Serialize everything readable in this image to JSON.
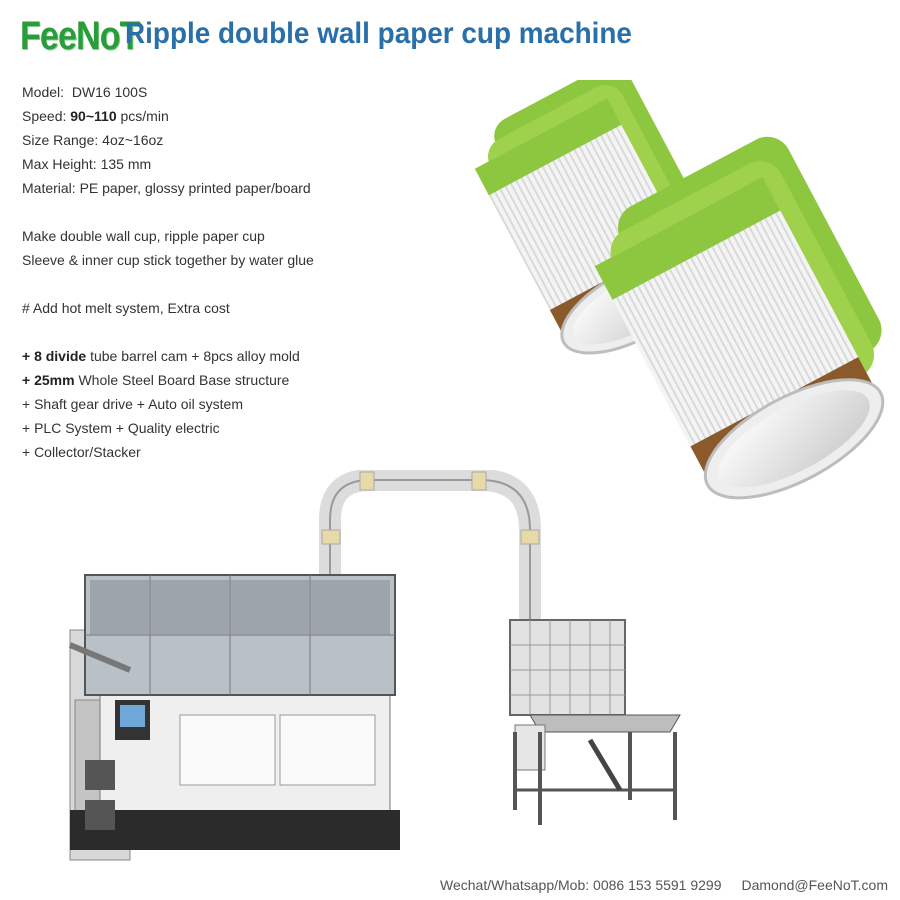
{
  "brand": {
    "logo": "FeeNoT"
  },
  "title": "Ripple double wall paper cup machine",
  "specs": {
    "model_label": "Model:",
    "model_value": "DW16 100S",
    "speed_label": "Speed:",
    "speed_value": "90~110",
    "speed_unit": "pcs/min",
    "size_range": "Size Range: 4oz~16oz",
    "max_height": "Max Height: 135 mm",
    "material": "Material: PE paper, glossy printed paper/board",
    "desc1": "Make double wall cup, ripple paper cup",
    "desc2": "Sleeve & inner cup stick together by water glue",
    "hot_melt": "# Add hot melt system, Extra cost",
    "feat1_bold": "+ 8 divide",
    "feat1_rest": "tube barrel cam + 8pcs alloy mold",
    "feat2_bold": "+ 25mm",
    "feat2_rest": "Whole Steel Board Base structure",
    "feat3": "+ Shaft gear drive + Auto oil system",
    "feat4": "+ PLC System + Quality electric",
    "feat5": "+ Collector/Stacker"
  },
  "footer": {
    "contact": "Wechat/Whatsapp/Mob: 0086 153 5591 9299",
    "email": "Damond@FeeNoT.com"
  },
  "colors": {
    "logo": "#2a9d3a",
    "title": "#2a6fa8",
    "cup_green": "#8dc63f",
    "cup_brown": "#8b5a2b"
  }
}
